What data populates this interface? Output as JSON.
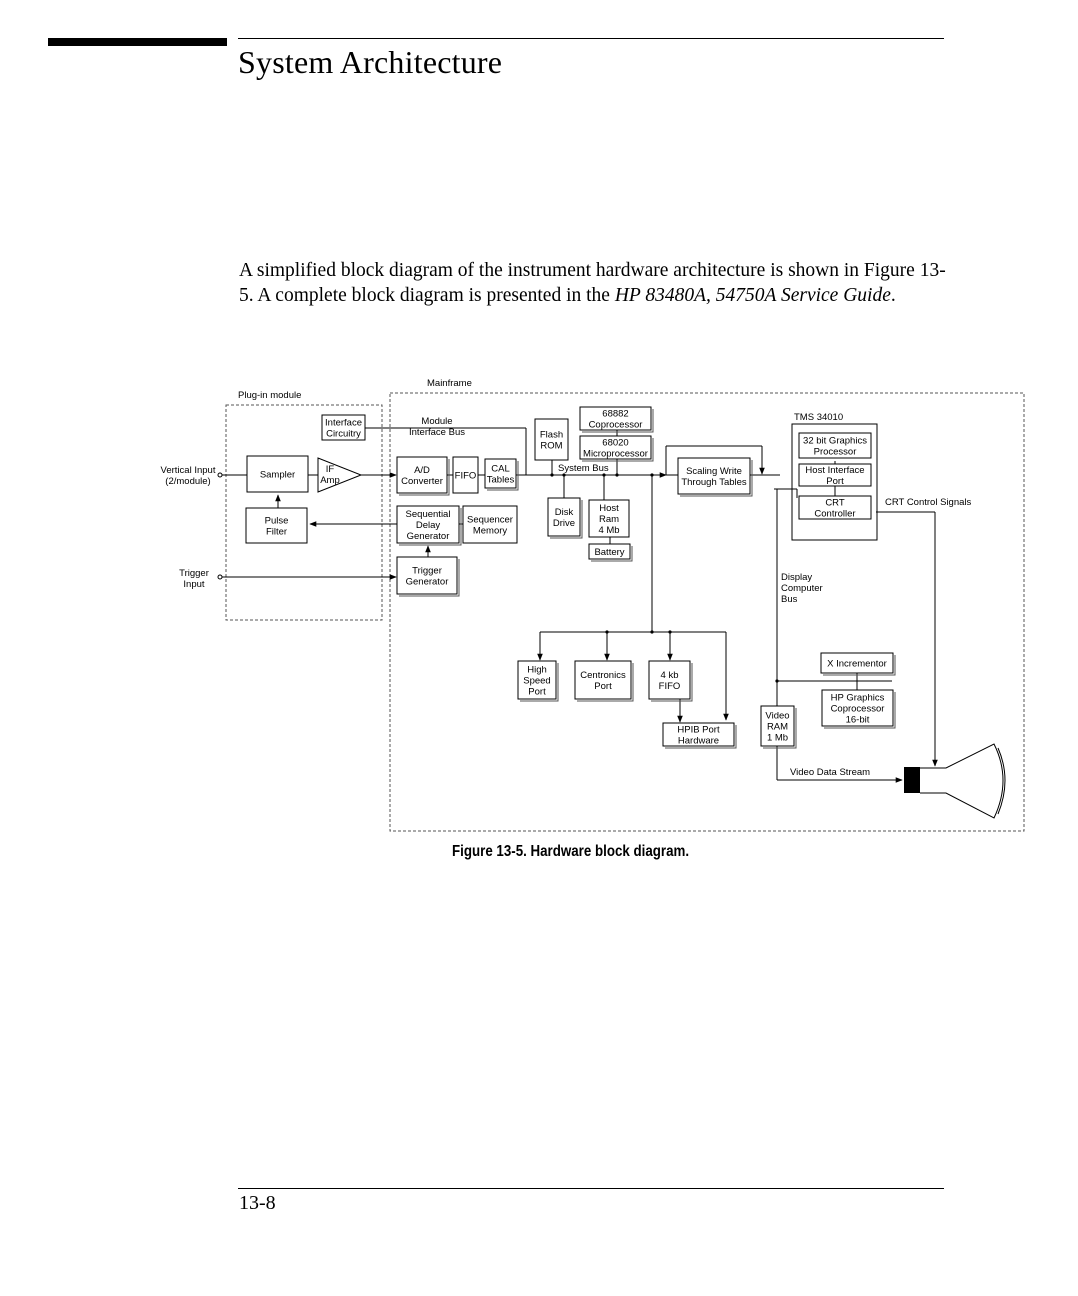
{
  "page": {
    "title": "System Architecture",
    "intro": {
      "text1": "A simplified block diagram of the instrument hardware architecture is shown in Figure 13-5. A complete block diagram is presented in the ",
      "italic1": "HP 83480A,",
      "text2": " ",
      "italic2": "54750A Service Guide",
      "text3": "."
    },
    "figure_caption": "Figure 13-5. Hardware block diagram.",
    "page_number": "13-8"
  },
  "diagram": {
    "regions": {
      "plugin": "Plug-in module",
      "mainframe": "Mainframe",
      "tms": "TMS 34010"
    },
    "inputs": {
      "vertical": [
        "Vertical Input",
        "(2/module)"
      ],
      "trigger": [
        "Trigger",
        "Input"
      ]
    },
    "blocks": {
      "interface_circuitry": [
        "Interface",
        "Circuitry"
      ],
      "sampler": [
        "Sampler"
      ],
      "if_amp": [
        "IF",
        "Amp"
      ],
      "pulse_filter": [
        "Pulse",
        "Filter"
      ],
      "module_interface_bus": [
        "Module",
        "Interface Bus"
      ],
      "ad_converter": [
        "A/D",
        "Converter"
      ],
      "fifo": [
        "FIFO"
      ],
      "cal_tables": [
        "CAL",
        "Tables"
      ],
      "sequential_delay": [
        "Sequential",
        "Delay",
        "Generator"
      ],
      "sequencer_memory": [
        "Sequencer",
        "Memory"
      ],
      "trigger_generator": [
        "Trigger",
        "Generator"
      ],
      "flash_rom": [
        "Flash",
        "ROM"
      ],
      "coprocessor": [
        "68882",
        "Coprocessor"
      ],
      "microprocessor": [
        "68020",
        "Microprocessor"
      ],
      "system_bus": [
        "System Bus"
      ],
      "disk_drive": [
        "Disk",
        "Drive"
      ],
      "host_ram": [
        "Host",
        "Ram",
        "4 Mb"
      ],
      "battery": [
        "Battery"
      ],
      "scaling_write": [
        "Scaling Write",
        "Through Tables"
      ],
      "graphics_processor": [
        "32 bit Graphics",
        "Processor"
      ],
      "host_interface_port": [
        "Host Interface",
        "Port"
      ],
      "crt_controller": [
        "CRT",
        "Controller"
      ],
      "crt_control_signals": [
        "CRT Control Signals"
      ],
      "display_computer_bus": [
        "Display",
        "Computer",
        "Bus"
      ],
      "high_speed_port": [
        "High",
        "Speed",
        "Port"
      ],
      "centronics_port": [
        "Centronics",
        "Port"
      ],
      "fifo_4kb": [
        "4 kb",
        "FIFO"
      ],
      "hpib_port": [
        "HPIB Port",
        "Hardware"
      ],
      "x_incrementor": [
        "X Incrementor"
      ],
      "hp_graphics_coprocessor": [
        "HP Graphics",
        "Coprocessor",
        "16-bit"
      ],
      "video_ram": [
        "Video",
        "RAM",
        "1 Mb"
      ],
      "video_data_stream": [
        "Video Data Stream"
      ]
    }
  }
}
